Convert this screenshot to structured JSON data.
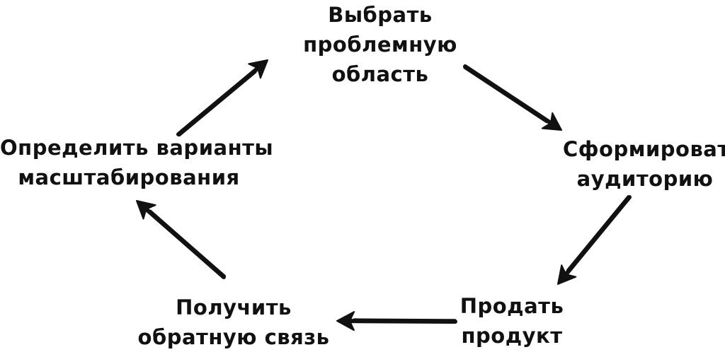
{
  "diagram": {
    "nodes": [
      {
        "id": "select",
        "lines": [
          "Выбрать",
          "проблемную",
          "область"
        ]
      },
      {
        "id": "audience",
        "lines": [
          "Сформировать",
          "аудиторию"
        ]
      },
      {
        "id": "sell",
        "lines": [
          "Продать",
          "продукт"
        ]
      },
      {
        "id": "feedback",
        "lines": [
          "Получить",
          "обратную связь"
        ]
      },
      {
        "id": "scale",
        "lines": [
          "Определить варианты",
          "масштабирования"
        ]
      }
    ],
    "edges": [
      {
        "from": "select",
        "to": "audience"
      },
      {
        "from": "audience",
        "to": "sell"
      },
      {
        "from": "sell",
        "to": "feedback"
      },
      {
        "from": "feedback",
        "to": "scale"
      },
      {
        "from": "scale",
        "to": "select"
      }
    ],
    "colors": {
      "ink": "#111111",
      "background": "#ffffff"
    }
  }
}
